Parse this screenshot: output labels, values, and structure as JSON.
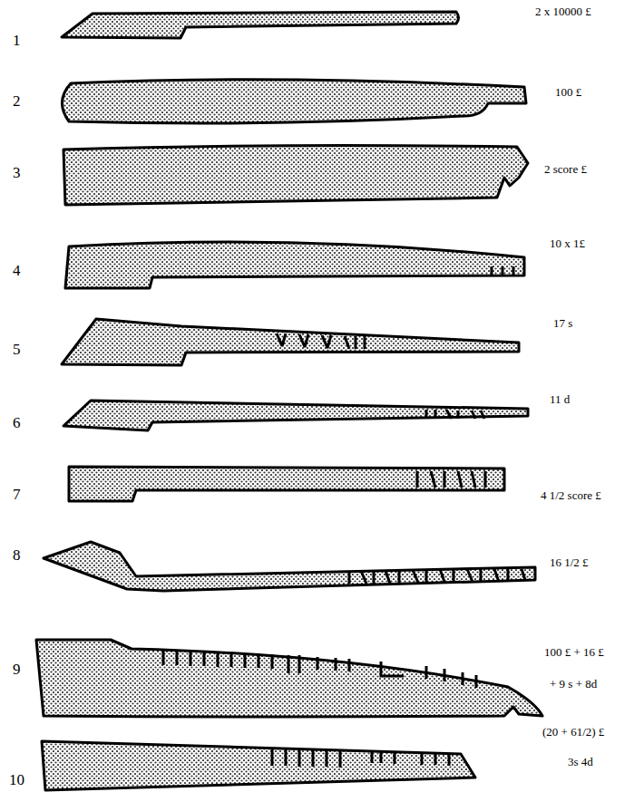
{
  "diagram": {
    "labels": [
      "1",
      "2 x 10000 £",
      "2",
      "100 £",
      "3",
      "2 score £",
      "4",
      "10 x 1£",
      "5",
      "17 s",
      "6",
      "11 d",
      "7",
      "4 1/2 score £",
      "8",
      "16 1/2 £",
      "9",
      "100 £ + 16 £",
      "+ 9 s + 8d",
      "10",
      "(20 + 61/2) £",
      "3s 4d"
    ]
  }
}
